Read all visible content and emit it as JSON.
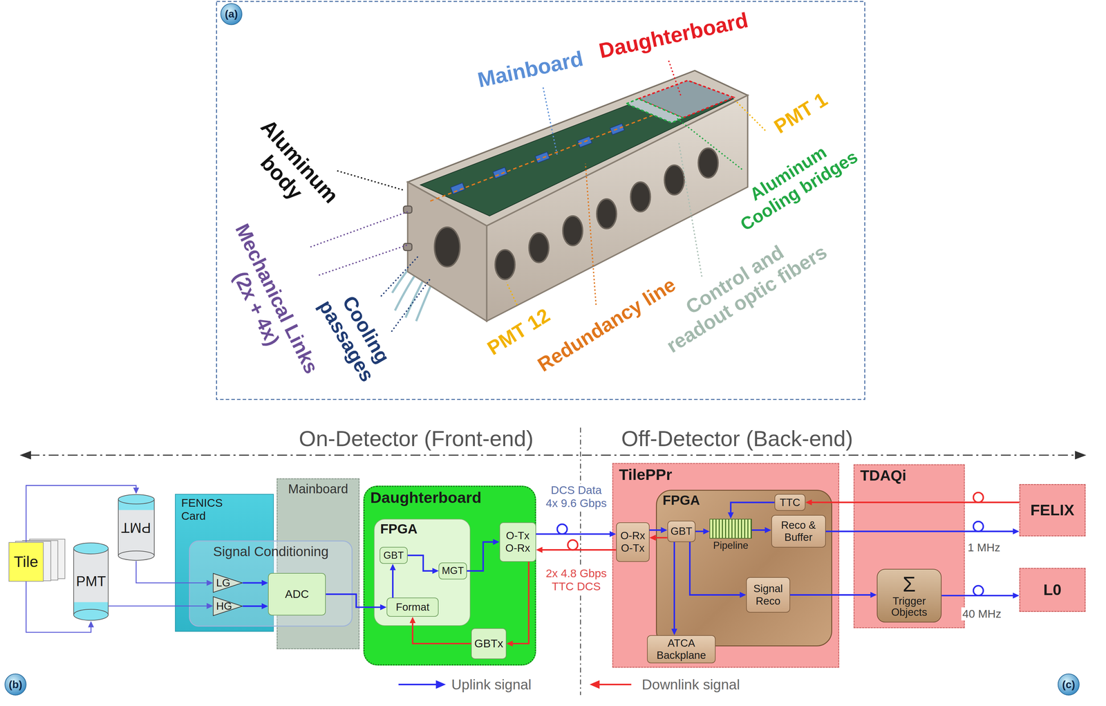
{
  "diagram": {
    "nodes": [
      {
        "text": [
          "Tile"
        ]
      },
      {
        "text": [
          "PMT"
        ]
      },
      {
        "text": [
          "PMT"
        ]
      },
      {
        "text": [
          "FENICS Card"
        ]
      },
      {
        "text": [
          "Mainboard"
        ]
      },
      {
        "text": [
          "Signal Conditioning"
        ]
      },
      {
        "text": [
          "LG"
        ],
        "in": 5
      },
      {
        "text": [
          "HG"
        ],
        "in": 5
      },
      {
        "text": [
          "ADC"
        ],
        "in": 5
      },
      {
        "text": [
          "Daughterboard"
        ]
      },
      {
        "text": [
          "FPGA"
        ],
        "in": 9
      },
      {
        "text": [
          "GBT"
        ],
        "in": 10
      },
      {
        "text": [
          "MGT"
        ],
        "in": 10
      },
      {
        "text": [
          "Format"
        ],
        "in": 10
      },
      {
        "text": [
          "O-Tx O-Rx"
        ],
        "in": 9
      },
      {
        "text": [
          "GBTx"
        ],
        "in": 9
      },
      {
        "text": [
          "TilePPr"
        ]
      },
      {
        "text": [
          "O-Rx O-Tx"
        ],
        "in": 16
      },
      {
        "text": [
          "FPGA"
        ],
        "in": 16
      },
      {
        "text": [
          "GBT"
        ],
        "in": 18
      },
      {
        "text": [
          "Pipeline"
        ],
        "in": 18
      },
      {
        "text": [
          "TTC"
        ],
        "in": 18
      },
      {
        "text": [
          "Reco & Buffer"
        ],
        "in": 18
      },
      {
        "text": [
          "Signal Reco"
        ],
        "in": 18
      },
      {
        "text": [
          "ATCA Backplane"
        ],
        "in": 16
      },
      {
        "text": [
          "TDAQi"
        ]
      },
      {
        "text": [
          "Σ",
          "Trigger Objects"
        ],
        "in": 25
      },
      {
        "text": [
          "FELIX"
        ]
      },
      {
        "text": [
          "L0"
        ]
      }
    ],
    "edges": [
      {
        "from": 0,
        "to": 2,
        "arrow": "to"
      },
      {
        "from": 0,
        "to": 1,
        "arrow": "to"
      },
      {
        "from": 2,
        "to": 6,
        "arrow": "to"
      },
      {
        "from": 1,
        "to": 7,
        "arrow": "to"
      },
      {
        "from": 6,
        "to": 8,
        "arrow": "to"
      },
      {
        "from": 7,
        "to": 8,
        "arrow": "to"
      },
      {
        "from": 8,
        "to": 13,
        "arrow": "to"
      },
      {
        "from": 13,
        "to": 11,
        "arrow": "to"
      },
      {
        "from": 11,
        "to": 12,
        "arrow": "to"
      },
      {
        "from": 12,
        "to": 14,
        "arrow": "to"
      },
      {
        "from": 14,
        "to": 15,
        "arrow": "to"
      },
      {
        "from": 15,
        "to": 13,
        "arrow": "to"
      },
      {
        "from": 14,
        "to": 17,
        "arrow": "to",
        "label": "DCS Data 4x 9.6 Gbps"
      },
      {
        "from": 17,
        "to": 14,
        "arrow": "to",
        "label": "2x 4.8 Gbps TTC DCS"
      },
      {
        "from": 17,
        "to": 19,
        "arrow": "to"
      },
      {
        "from": 19,
        "to": 17,
        "arrow": "to"
      },
      {
        "from": 19,
        "to": 20,
        "arrow": "to"
      },
      {
        "from": 20,
        "to": 22,
        "arrow": "to"
      },
      {
        "from": 21,
        "to": 20,
        "arrow": "to"
      },
      {
        "from": 27,
        "to": 21,
        "arrow": "to"
      },
      {
        "from": 22,
        "to": 27,
        "arrow": "to",
        "label": "1 MHz"
      },
      {
        "from": 19,
        "to": 23,
        "arrow": "to"
      },
      {
        "from": 19,
        "to": 24,
        "arrow": "to"
      },
      {
        "from": 23,
        "to": 26,
        "arrow": "to"
      },
      {
        "from": 26,
        "to": 28,
        "arrow": "to",
        "label": "40 MHz"
      }
    ],
    "labels": [
      "(a)",
      "Daughterboard",
      "Mainboard",
      "Aluminum body",
      "Mechanical Links (2x + 4x)",
      "Cooling passages",
      "PMT 12",
      "Redundancy line",
      "Control and readout optic fibers",
      "PMT 1",
      "Aluminum Cooling bridges",
      "On-Detector (Front-end)",
      "Off-Detector (Back-end)",
      "(b)",
      "(c)"
    ],
    "legend": [
      {
        "text": "Uplink signal"
      },
      {
        "text": "Downlink signal"
      }
    ]
  }
}
